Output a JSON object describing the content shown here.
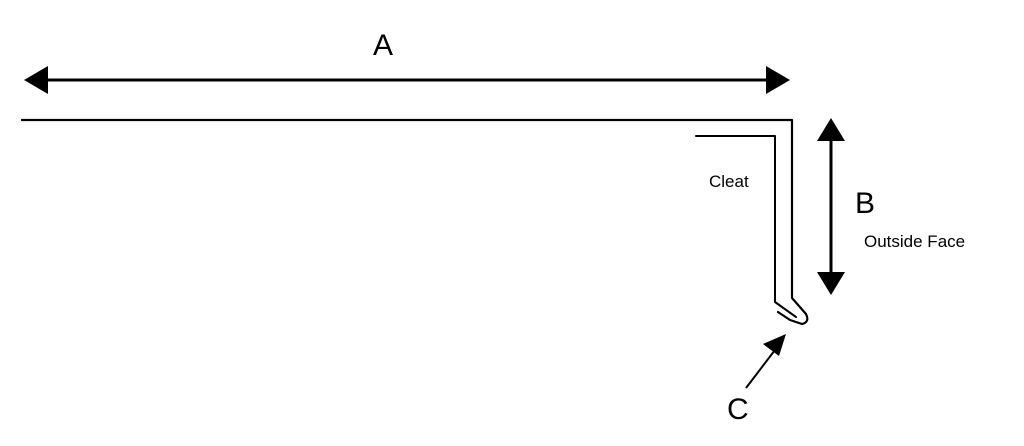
{
  "labels": {
    "a": "A",
    "b": "B",
    "c": "C",
    "cleat": "Cleat",
    "outside_face": "Outside Face"
  },
  "colors": {
    "ink": "#000000",
    "background": "#ffffff"
  }
}
